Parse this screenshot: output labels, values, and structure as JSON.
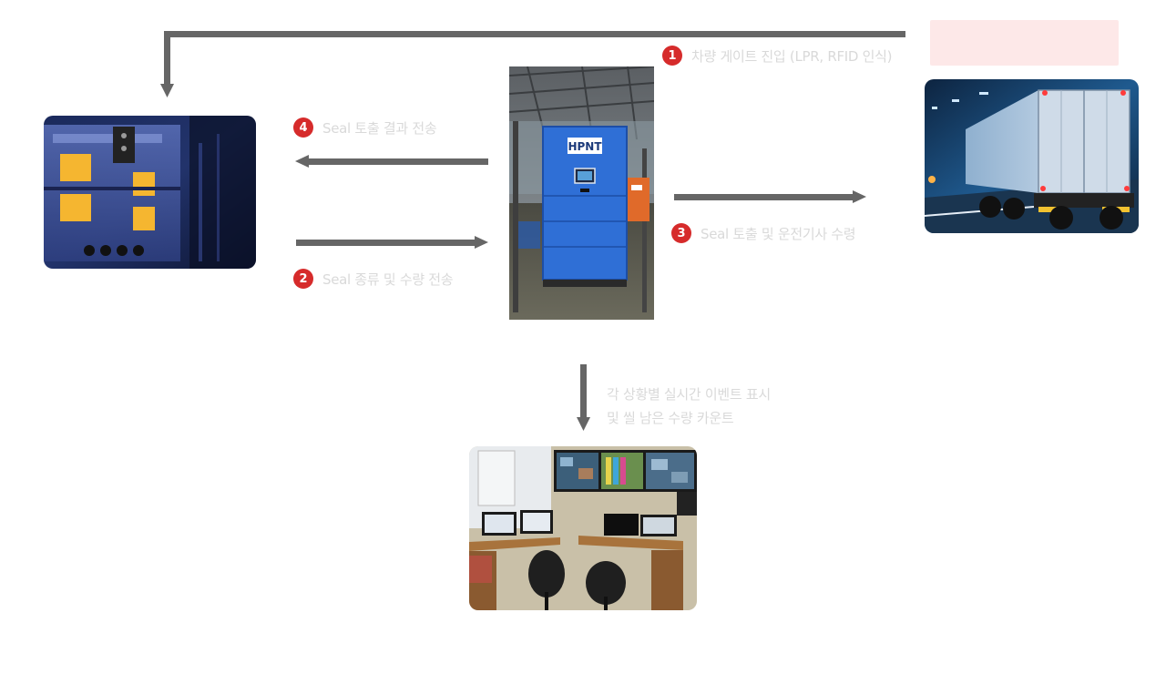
{
  "steps": [
    {
      "num": "1",
      "text": "차량 게이트 진입 (LPR, RFID 인식)"
    },
    {
      "num": "2",
      "text": "Seal 종류 및 수량 전송"
    },
    {
      "num": "3",
      "text": "Seal 토출 및 운전기사 수령"
    },
    {
      "num": "4",
      "text": "Seal 토출 결과 전송"
    }
  ],
  "event": {
    "line1": "각 상황별 실시간 이벤트 표시",
    "line2": "및 씰 남은 수량 카운트"
  },
  "kiosk": {
    "logo": "HPNT"
  },
  "colors": {
    "arrow": "#666666",
    "badge": "#d62b2b",
    "label": "#d9d9d9",
    "tag_bg": "#fde8e8"
  }
}
